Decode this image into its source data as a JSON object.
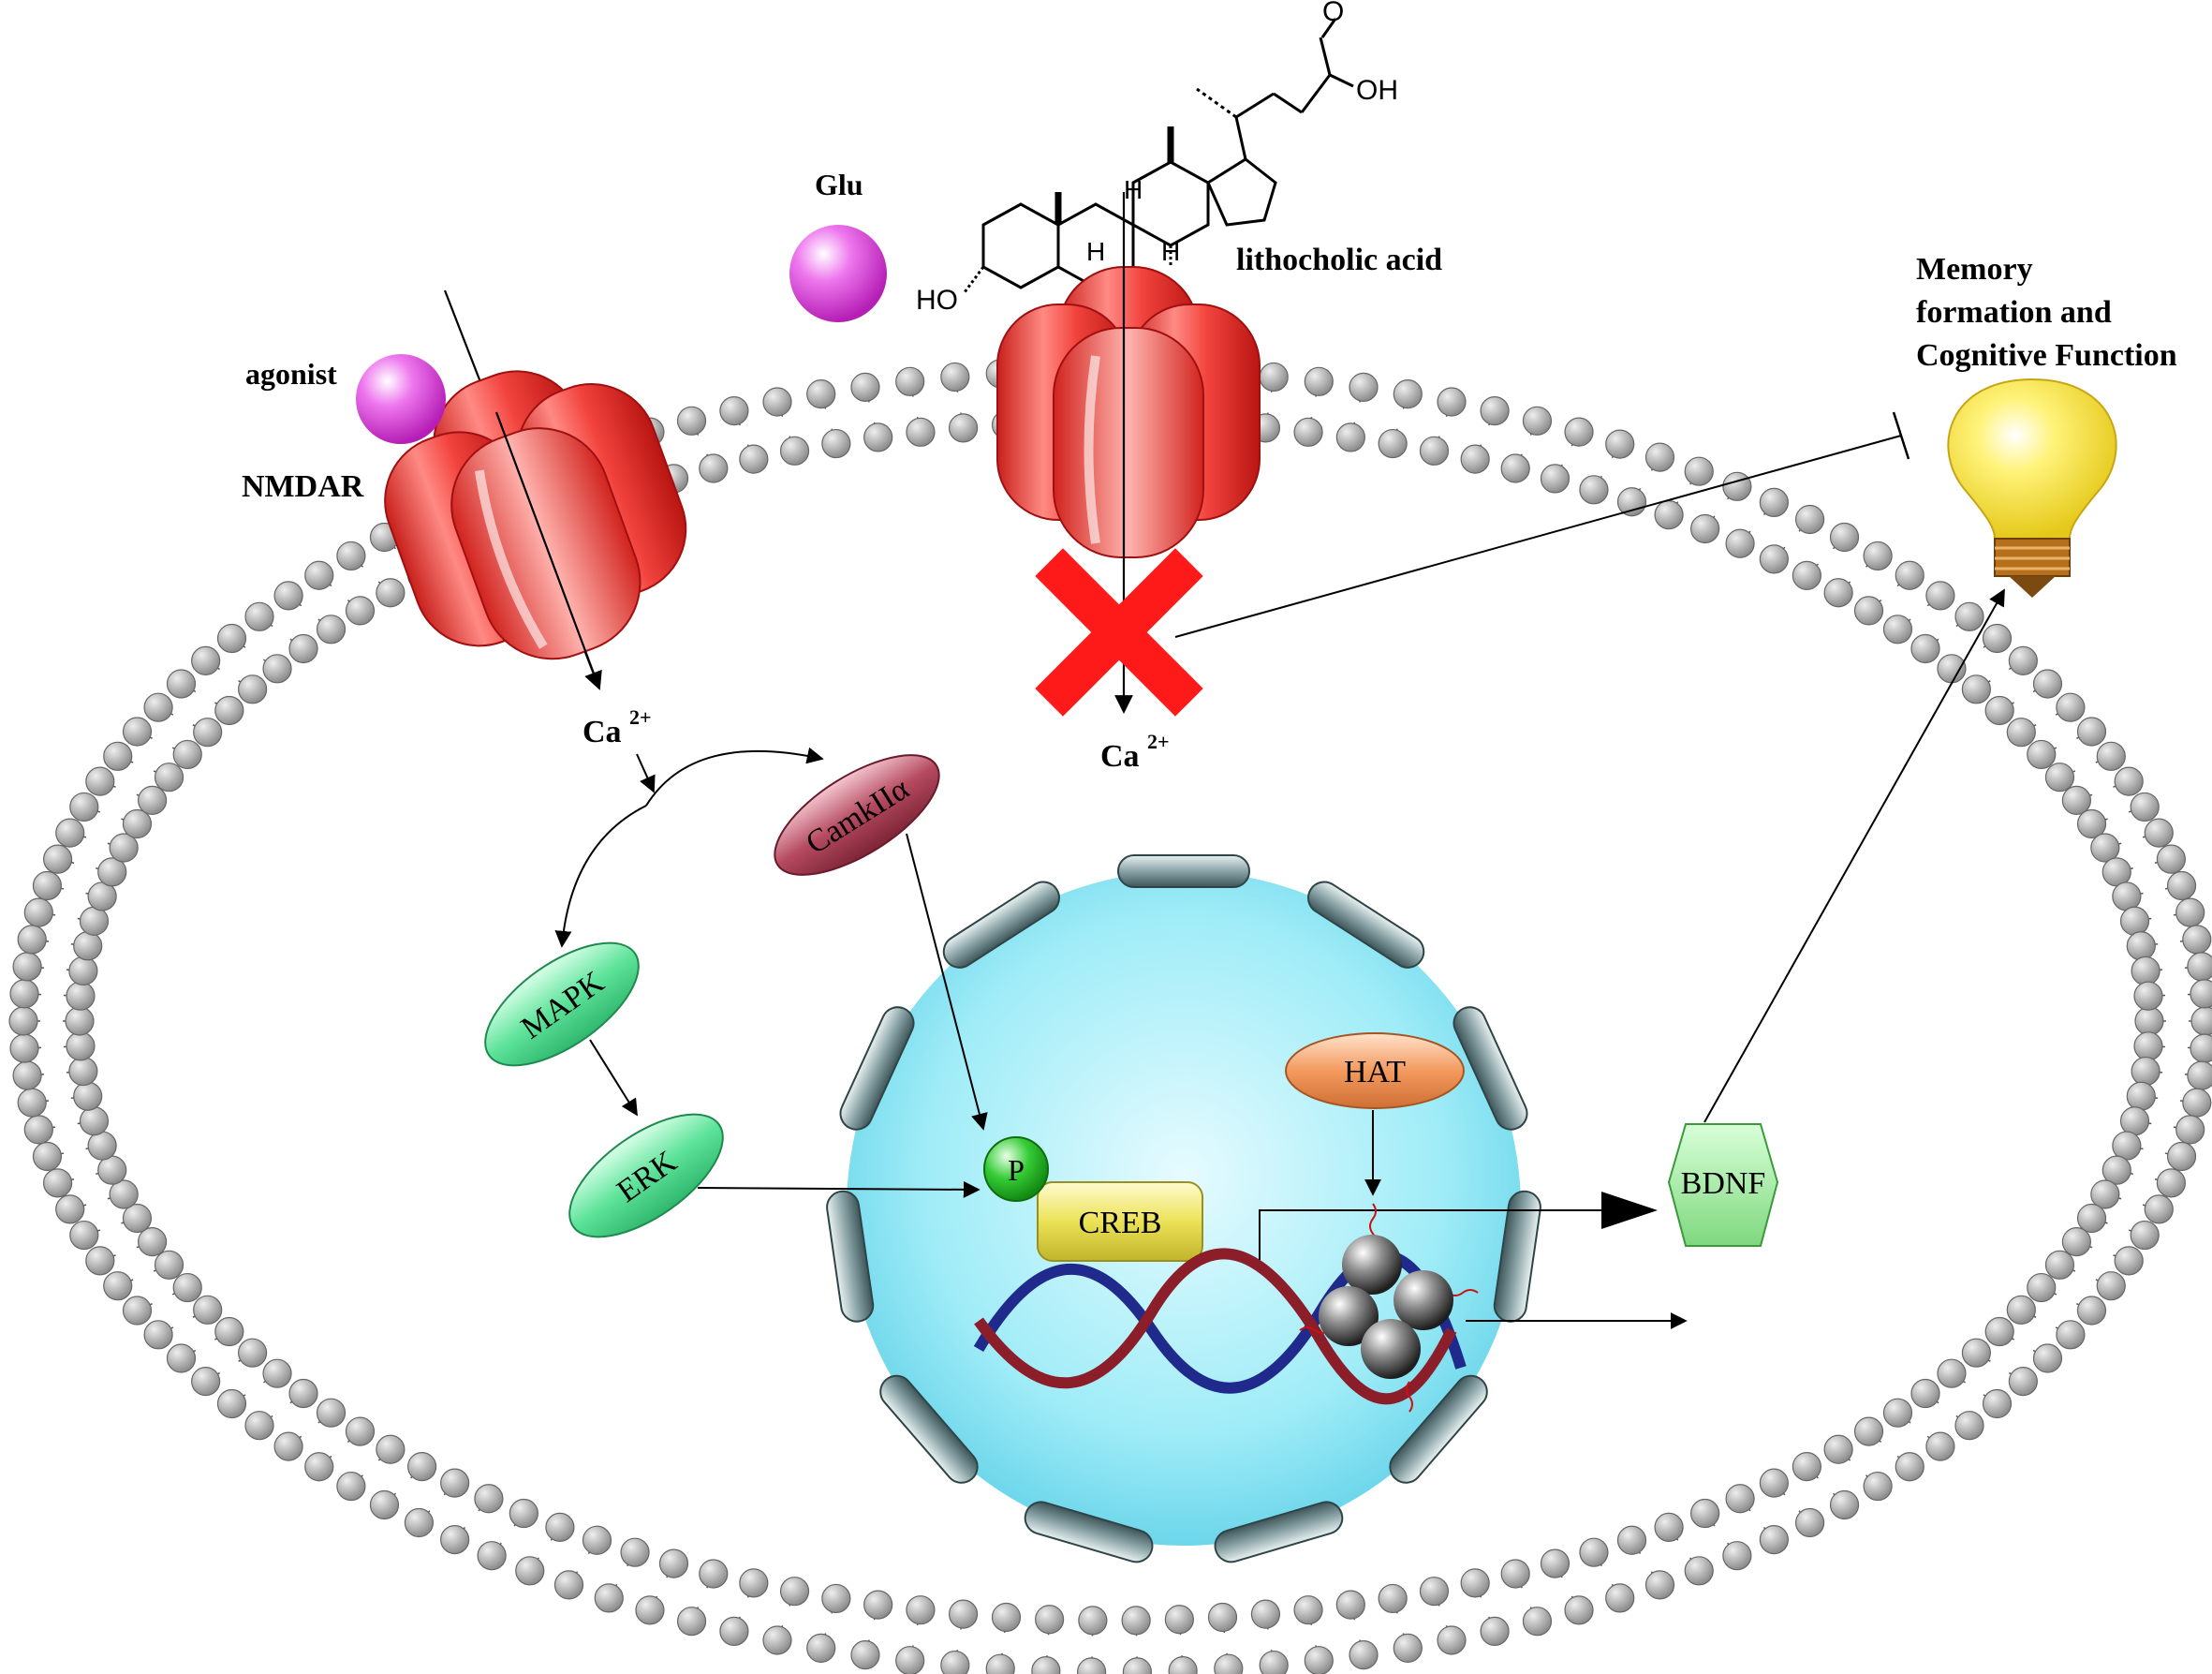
{
  "labels": {
    "agonist": "agonist",
    "nmdar": "NMDAR",
    "glu": "Glu",
    "lithocholic_acid": "lithocholic acid",
    "ca_left": "Ca",
    "ca_left_sup": "2+",
    "ca_right": "Ca",
    "ca_right_sup": "2+",
    "camkii": "CamkIIα",
    "mapk": "MAPK",
    "erk": "ERK",
    "p": "P",
    "creb": "CREB",
    "hat": "HAT",
    "bdnf": "BDNF",
    "memory_line1": "Memory",
    "memory_line2": "formation and",
    "memory_line3": "Cognitive Function"
  },
  "chemistry": {
    "o": "O",
    "oh": "OH",
    "ho": "HO",
    "h_top": "H",
    "h_bot1": "H",
    "h_bot2": "H"
  },
  "colors": {
    "receptor": "#e8342f",
    "glu_ball": "#d63fd6",
    "nucleus": "#9be9f5",
    "membrane_head": "#b3b3b3",
    "camkii": "#a83a50",
    "mapk_erk": "#4fd38a",
    "p_ball": "#2fc12f",
    "creb": "#e6dc4a",
    "hat": "#f09a5e",
    "bdnf": "#9be59b",
    "block_x": "#ff1a1a",
    "bulb": "#f7e84a"
  }
}
